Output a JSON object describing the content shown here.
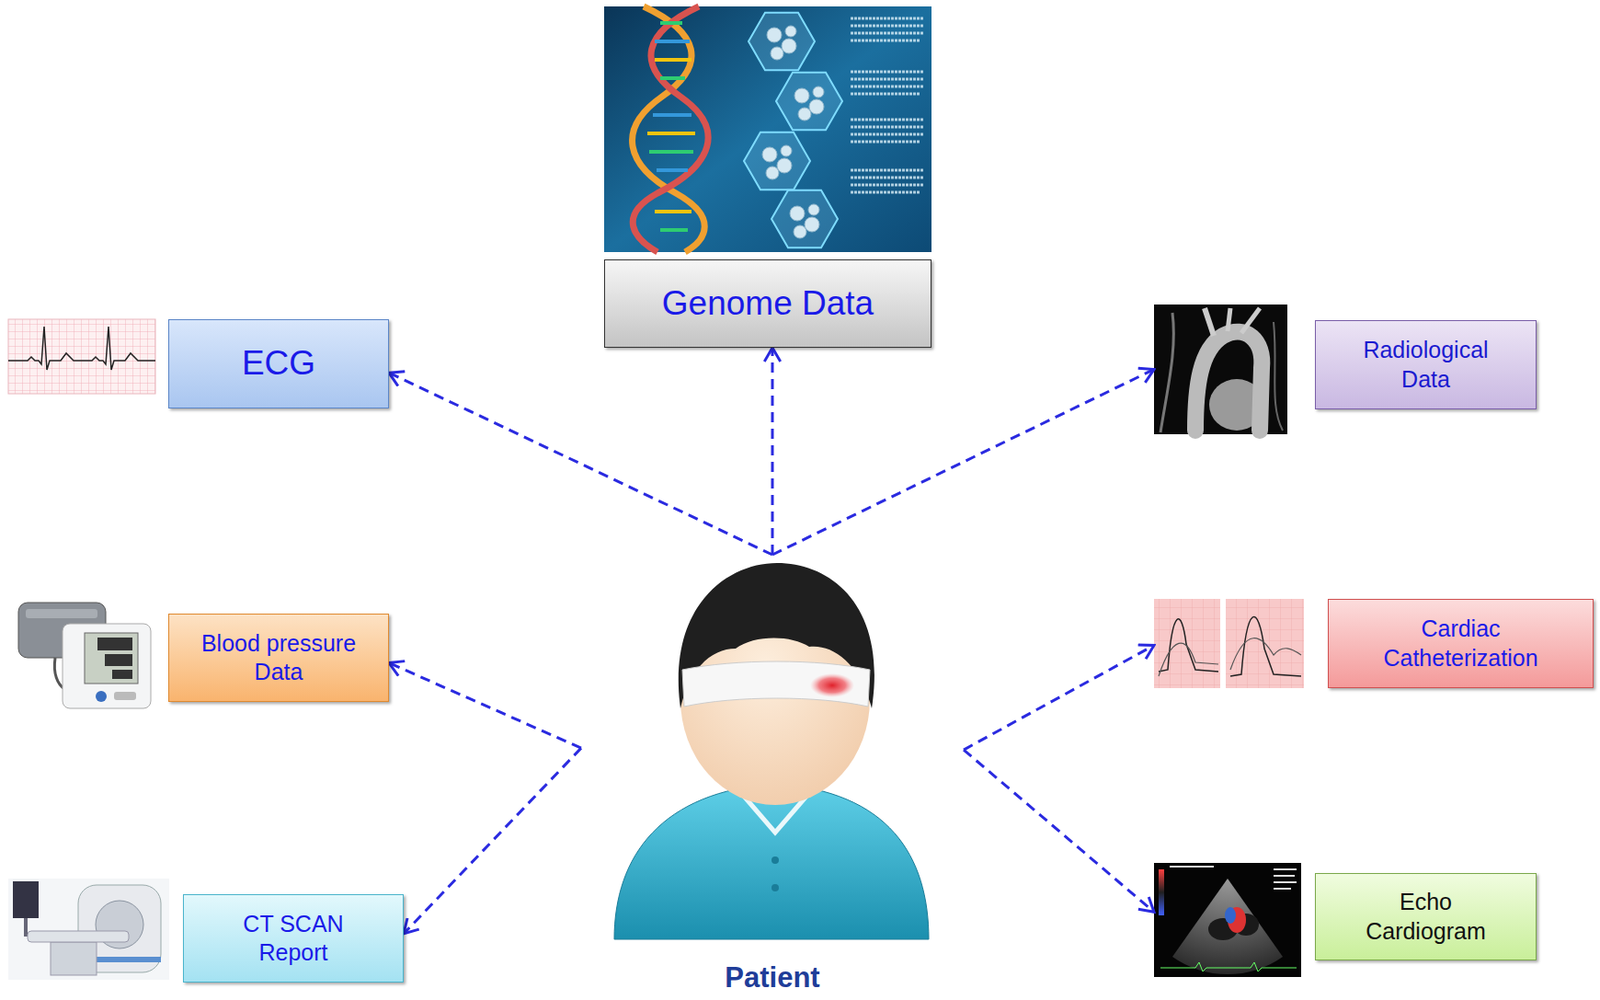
{
  "diagram": {
    "nodes": [
      {
        "text": [
          "Genome Data"
        ]
      },
      {
        "text": [
          "ECG"
        ]
      },
      {
        "text": [
          "Radiological Data"
        ]
      },
      {
        "text": [
          "Blood pressure Data"
        ]
      },
      {
        "text": [
          "Cardiac Catheterization"
        ]
      },
      {
        "text": [
          "Patient"
        ]
      },
      {
        "text": [
          "CT SCAN Report"
        ]
      },
      {
        "text": [
          "Echo Cardiogram"
        ]
      }
    ],
    "edges": [
      {
        "from": 5,
        "to": 0,
        "arrow": "to"
      },
      {
        "from": 5,
        "to": 1,
        "arrow": "to"
      },
      {
        "from": 5,
        "to": 2,
        "arrow": "to"
      },
      {
        "from": 5,
        "to": 3,
        "arrow": "to"
      },
      {
        "from": 5,
        "to": 4,
        "arrow": "to"
      },
      {
        "from": 5,
        "to": 6,
        "arrow": "to"
      },
      {
        "from": 5,
        "to": 7,
        "arrow": "to"
      }
    ]
  }
}
